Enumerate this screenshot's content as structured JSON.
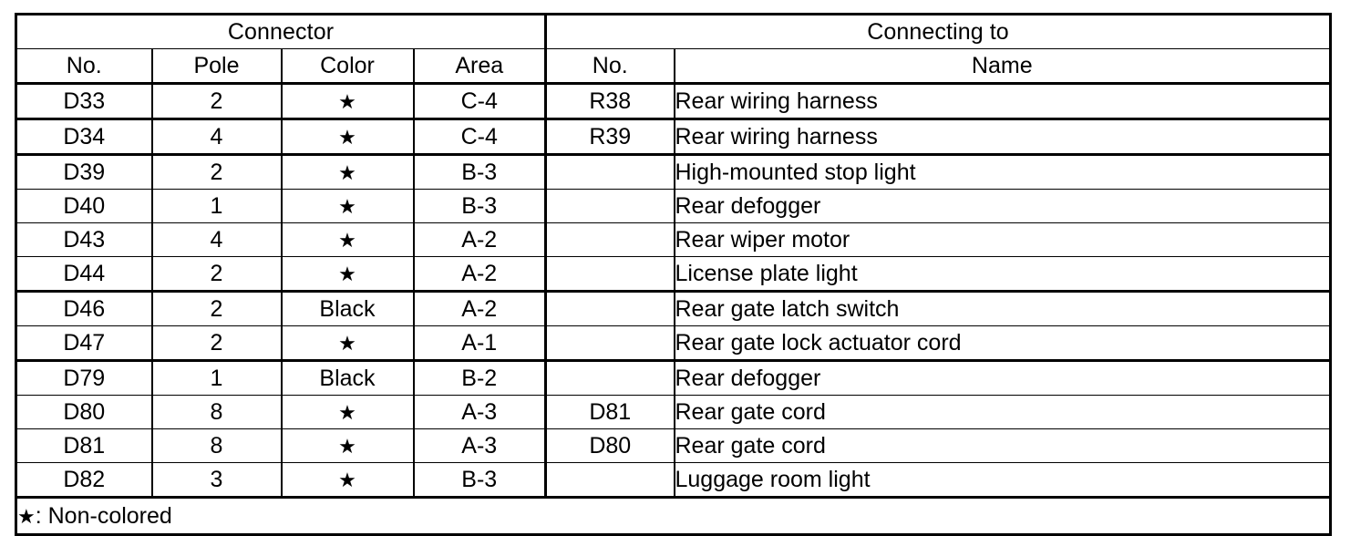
{
  "table": {
    "group_headers": [
      {
        "label": "Connector",
        "span": 4
      },
      {
        "label": "Connecting to",
        "span": 2
      }
    ],
    "column_headers": [
      "No.",
      "Pole",
      "Color",
      "Area",
      "No.",
      "Name"
    ],
    "star_glyph": "★",
    "rows": [
      {
        "no": "D33",
        "pole": "2",
        "color": "★",
        "area": "C-4",
        "to_no": "R38",
        "to_name": "Rear wiring harness"
      },
      {
        "no": "D34",
        "pole": "4",
        "color": "★",
        "area": "C-4",
        "to_no": "R39",
        "to_name": "Rear wiring harness"
      },
      {
        "no": "D39",
        "pole": "2",
        "color": "★",
        "area": "B-3",
        "to_no": "",
        "to_name": "High-mounted stop light"
      },
      {
        "no": "D40",
        "pole": "1",
        "color": "★",
        "area": "B-3",
        "to_no": "",
        "to_name": "Rear defogger"
      },
      {
        "no": "D43",
        "pole": "4",
        "color": "★",
        "area": "A-2",
        "to_no": "",
        "to_name": "Rear wiper motor"
      },
      {
        "no": "D44",
        "pole": "2",
        "color": "★",
        "area": "A-2",
        "to_no": "",
        "to_name": "License plate light"
      },
      {
        "no": "D46",
        "pole": "2",
        "color": "Black",
        "area": "A-2",
        "to_no": "",
        "to_name": "Rear gate latch switch"
      },
      {
        "no": "D47",
        "pole": "2",
        "color": "★",
        "area": "A-1",
        "to_no": "",
        "to_name": "Rear gate lock actuator cord"
      },
      {
        "no": "D79",
        "pole": "1",
        "color": "Black",
        "area": "B-2",
        "to_no": "",
        "to_name": "Rear defogger"
      },
      {
        "no": "D80",
        "pole": "8",
        "color": "★",
        "area": "A-3",
        "to_no": "D81",
        "to_name": "Rear gate cord"
      },
      {
        "no": "D81",
        "pole": "8",
        "color": "★",
        "area": "A-3",
        "to_no": "D80",
        "to_name": "Rear gate cord"
      },
      {
        "no": "D82",
        "pole": "3",
        "color": "★",
        "area": "B-3",
        "to_no": "",
        "to_name": "Luggage room light"
      }
    ],
    "footnote": {
      "symbol": "★",
      "text": ": Non-colored"
    }
  },
  "style": {
    "ink": "#000000",
    "paper": "#ffffff"
  }
}
